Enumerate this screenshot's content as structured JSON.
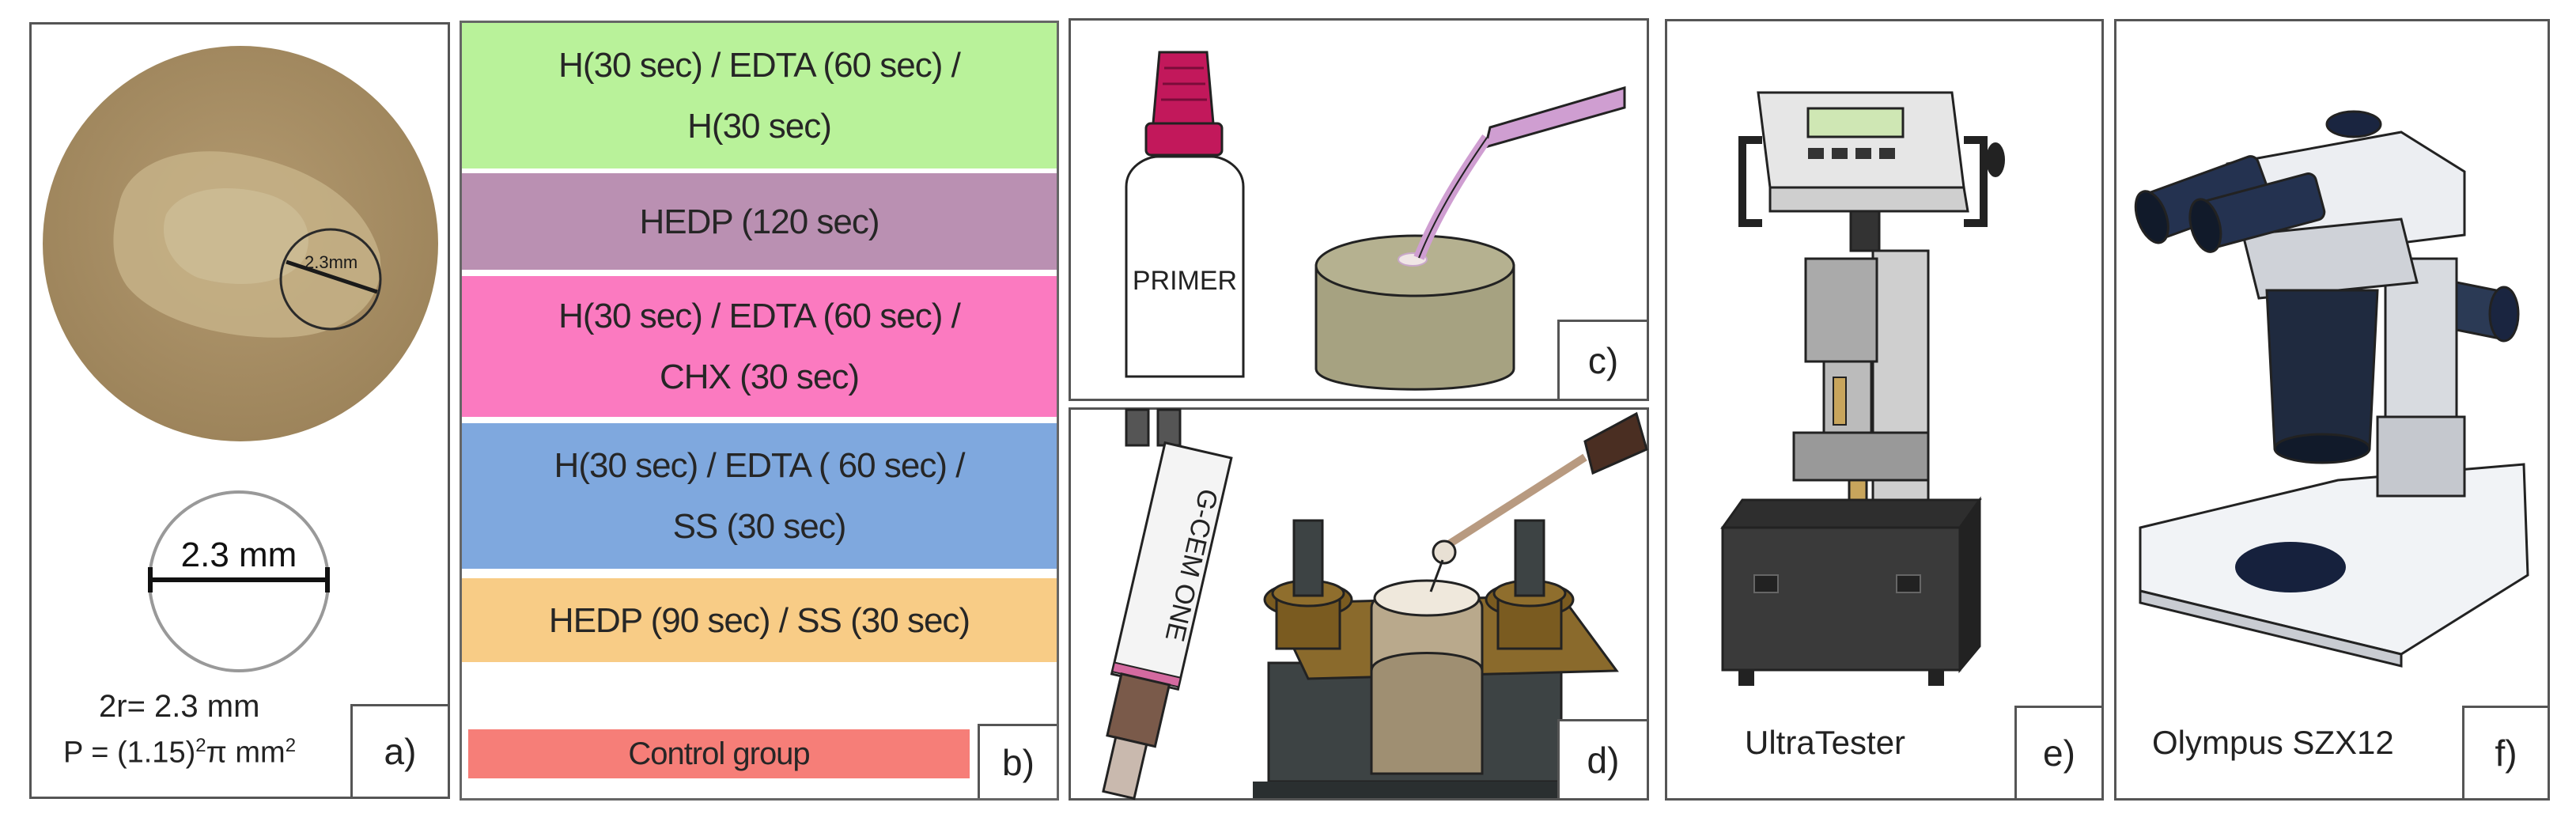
{
  "panel_a": {
    "small_measure": "2.3mm",
    "circle_measure": "2.3 mm",
    "formula_line1": "2r= 2.3 mm",
    "formula_line2_prefix": "P = (1.15)",
    "formula_exp1": "2",
    "formula_line2_mid": "π mm",
    "formula_exp2": "2",
    "tag": "a)",
    "colors": {
      "disc": "#a99066",
      "lesion": "#c5b287"
    }
  },
  "panel_b": {
    "tag": "b)",
    "groups": [
      {
        "line1": "H(30 sec) / EDTA (60 sec) /",
        "line2": "H(30 sec)",
        "color": "#b9f29a"
      },
      {
        "line1": "HEDP  (120 sec)",
        "line2": "",
        "color": "#ba90b2"
      },
      {
        "line1": "H(30 sec) / EDTA (60 sec) /",
        "line2": "CHX (30 sec)",
        "color": "#fb7ac0"
      },
      {
        "line1": "H(30 sec) / EDTA ( 60 sec) /",
        "line2": "SS (30 sec)",
        "color": "#7fa8de"
      },
      {
        "line1": "HEDP (90 sec) / SS (30 sec)",
        "line2": "",
        "color": "#f8cc86"
      },
      {
        "line1": "Control group",
        "line2": "",
        "color": "#f67e78"
      }
    ]
  },
  "panel_c": {
    "bottle_label": "PRIMER",
    "tag": "c)"
  },
  "panel_d": {
    "syringe_label": "G-CEM ONE",
    "tag": "d)"
  },
  "panel_e": {
    "caption": "UltraTester",
    "tag": "e)"
  },
  "panel_f": {
    "caption": "Olympus SZX12",
    "tag": "f)"
  }
}
